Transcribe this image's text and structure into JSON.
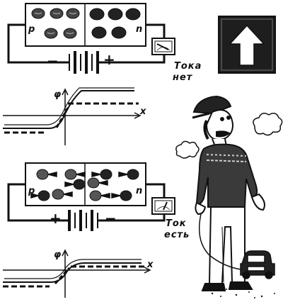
{
  "top_diagram": {
    "region_p": "p",
    "region_n": "n",
    "battery_left_sign": "−",
    "battery_right_sign": "+",
    "meter_caption_line1": "Тока",
    "meter_caption_line2": "нет",
    "graph_y_symbol": "φ",
    "graph_x_symbol": "x"
  },
  "bottom_diagram": {
    "region_p": "p",
    "region_n": "n",
    "battery_left_sign": "+",
    "battery_right_sign": "−",
    "meter_caption_line1": "Ток",
    "meter_caption_line2": "есть",
    "graph_y_symbol": "φ",
    "graph_x_symbol": "x"
  },
  "sign": {
    "icon": "up-arrow-icon"
  },
  "colors": {
    "ink": "#111111",
    "dark_fill": "#2a2a2a",
    "mid_fill": "#555555",
    "paper": "#ffffff"
  }
}
